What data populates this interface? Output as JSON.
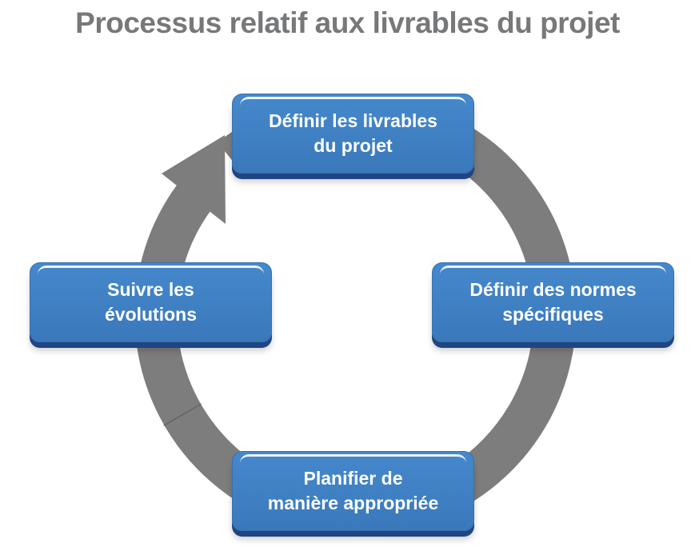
{
  "title": "Processus relatif aux livrables du projet",
  "colors": {
    "box_fill": "#3F80C3",
    "box_fill_light": "#4588CB",
    "box_edge": "#1F4583",
    "ring": "#7D7D7D",
    "title": "#77787A",
    "highlight": "#FFFFFF"
  },
  "cycle": {
    "type": "circular-process",
    "direction": "clockwise",
    "arrow_icon": "curved-arrow-clockwise",
    "steps": [
      {
        "position": "top",
        "label": "Définir les livrables du projet",
        "line1": "Définir les livrables",
        "line2": "du projet"
      },
      {
        "position": "right",
        "label": "Définir des normes spécifiques",
        "line1": "Définir des normes",
        "line2": "spécifiques"
      },
      {
        "position": "bottom",
        "label": "Planifier de manière appropriée",
        "line1": "Planifier de",
        "line2": "manière appropriée"
      },
      {
        "position": "left",
        "label": "Suivre les évolutions",
        "line1": "Suivre les",
        "line2": "évolutions"
      }
    ]
  }
}
